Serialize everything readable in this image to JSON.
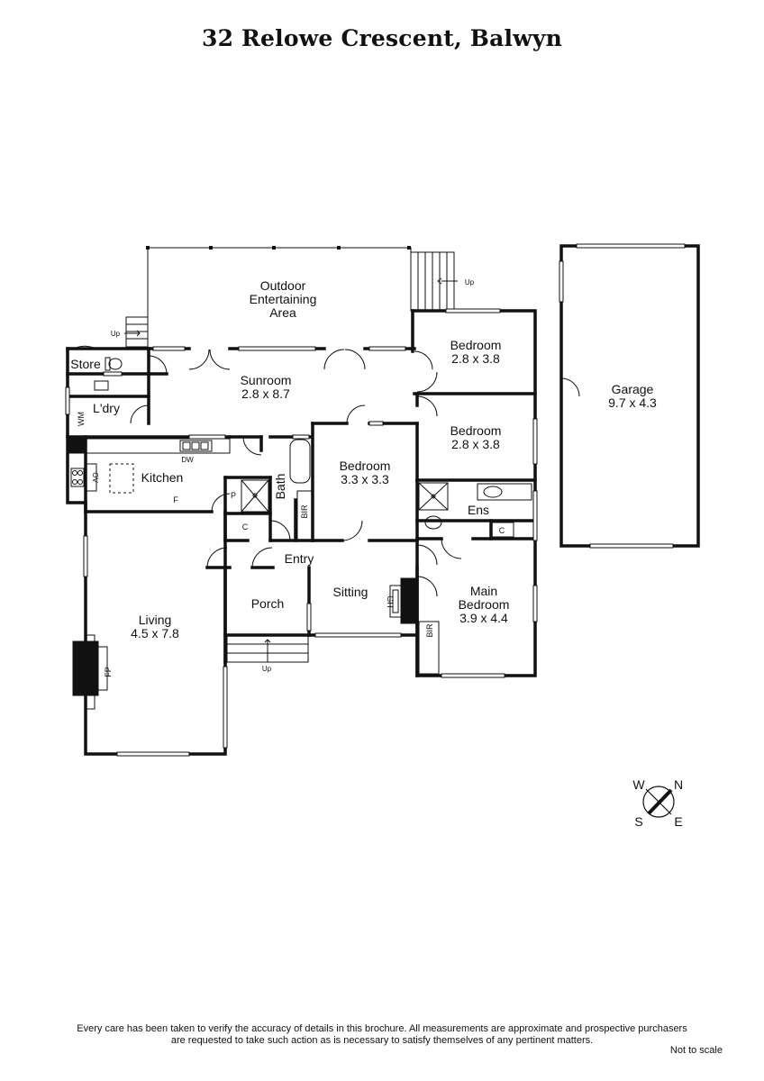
{
  "title": "32 Relowe Crescent, Balwyn",
  "rooms": {
    "outdoor": [
      "Outdoor",
      "Entertaining",
      "Area"
    ],
    "store": "Store",
    "laundry": "L'dry",
    "wm": "WM",
    "sunroom": {
      "name": "Sunroom",
      "size": "2.8 x 8.7"
    },
    "kitchen": "Kitchen",
    "kitchen_f": "F",
    "kitchen_dw": "DW",
    "kitchen_ov": "OV",
    "bath": "Bath",
    "pantry": "P",
    "cupboard1": "C",
    "bir1": "BIR",
    "bedroom1": {
      "name": "Bedroom",
      "size": "3.3 x 3.3"
    },
    "bedroom2": {
      "name": "Bedroom",
      "size": "2.8 x 3.8"
    },
    "bedroom3": {
      "name": "Bedroom",
      "size": "2.8 x 3.8"
    },
    "ensuite": "Ens",
    "cupboard2": "C",
    "entry": "Entry",
    "porch": "Porch",
    "sitting": "Sitting",
    "gh": "GH",
    "main_bedroom": {
      "name1": "Main",
      "name2": "Bedroom",
      "size": "3.9 x 4.4"
    },
    "bir2": "BIR",
    "living": {
      "name": "Living",
      "size": "4.5 x 7.8"
    },
    "fp": "FP",
    "garage": {
      "name": "Garage",
      "size": "9.7 x 4.3"
    }
  },
  "stair_labels": {
    "up1": "Up",
    "up2": "Up",
    "up3": "Up"
  },
  "compass": {
    "n": "N",
    "w": "W",
    "s": "S",
    "e": "E"
  },
  "disclaimer": {
    "line1": "Every care has been taken to verify the accuracy of details in this brochure.  All measurements are approximate and prospective purchasers",
    "line2": "are requested to take such action as is necessary to satisfy themselves of any pertinent matters."
  },
  "not_to_scale": "Not to scale"
}
